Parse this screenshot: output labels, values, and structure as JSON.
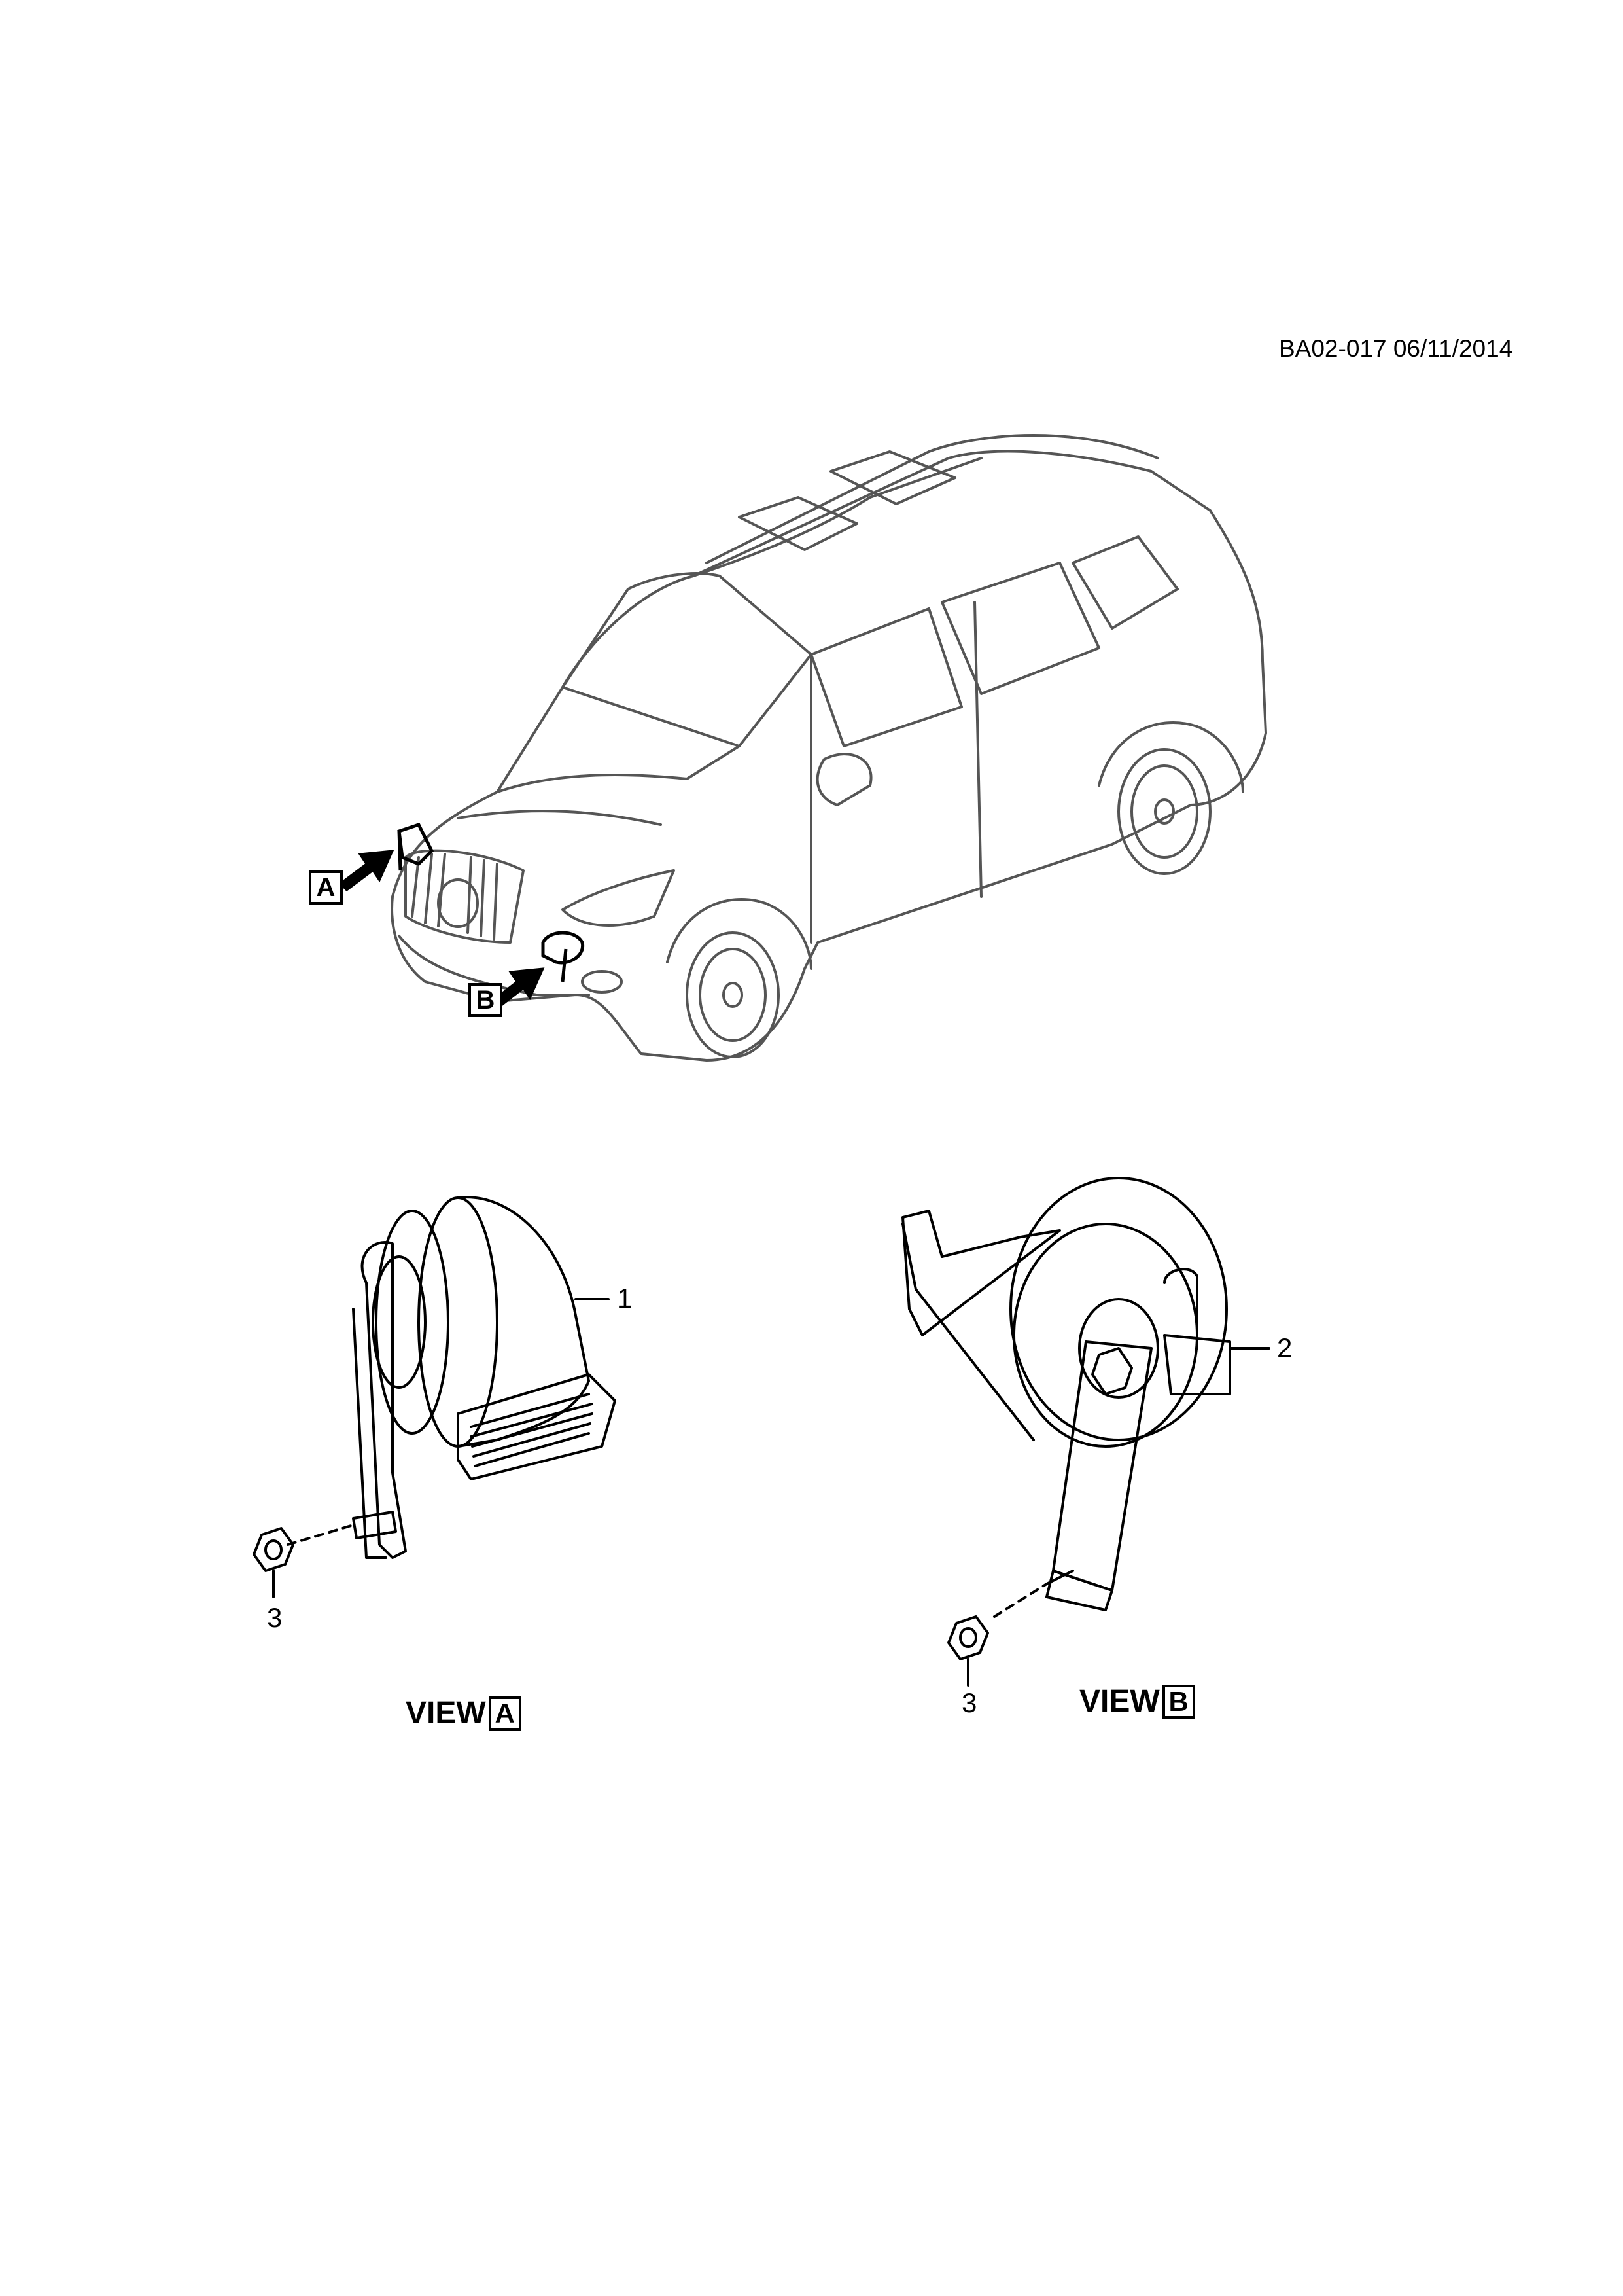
{
  "document": {
    "id_and_date": "BA02-017 06/11/2014"
  },
  "overview": {
    "marker_a": "A",
    "marker_b": "B"
  },
  "view_a": {
    "title_word": "VIEW",
    "title_letter": "A",
    "callouts": [
      "1",
      "3"
    ]
  },
  "view_b": {
    "title_word": "VIEW",
    "title_letter": "B",
    "callouts": [
      "2",
      "3"
    ]
  },
  "colors": {
    "line": "#000000",
    "car_line": "#555555",
    "background": "#ffffff"
  }
}
